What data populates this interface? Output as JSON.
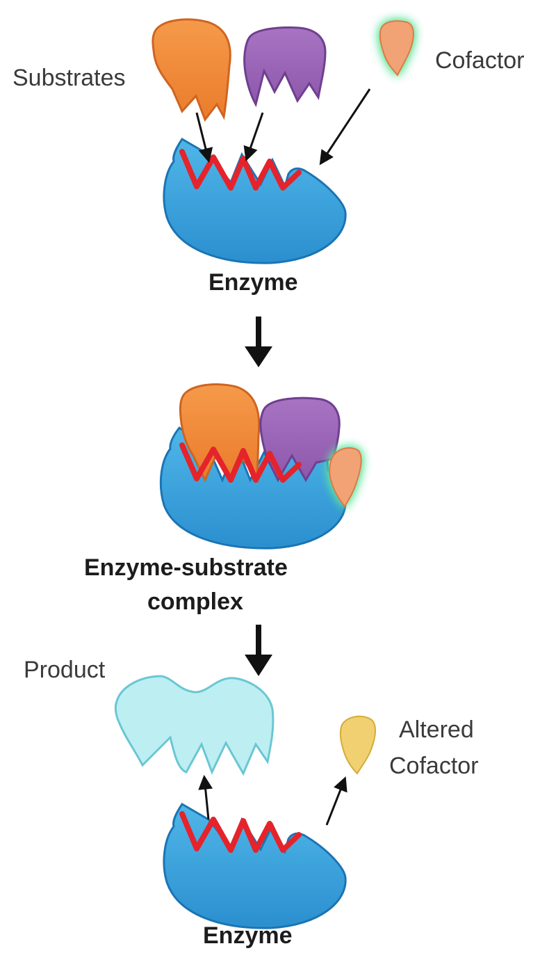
{
  "labels": {
    "substrates": "Substrates",
    "cofactor": "Cofactor",
    "enzyme_top": "Enzyme",
    "complex_line1": "Enzyme-substrate",
    "complex_line2": "complex",
    "product": "Product",
    "altered_line1": "Altered",
    "altered_line2": "Cofactor",
    "enzyme_bottom": "Enzyme"
  },
  "colors": {
    "enzyme_fill": "#3aa3dc",
    "enzyme_stroke": "#1b74b3",
    "active_site": "#e5232b",
    "substrate_orange": "#f08a3c",
    "substrate_orange_stroke": "#cf6420",
    "substrate_purple": "#9a63b6",
    "substrate_purple_stroke": "#6f3f8f",
    "cofactor_fill": "#f2a374",
    "cofactor_glow": "#5ee39a",
    "product_fill": "#bdeef2",
    "product_stroke": "#69c7d3",
    "altered_cofactor_fill": "#f0d070",
    "arrow": "#111111"
  }
}
